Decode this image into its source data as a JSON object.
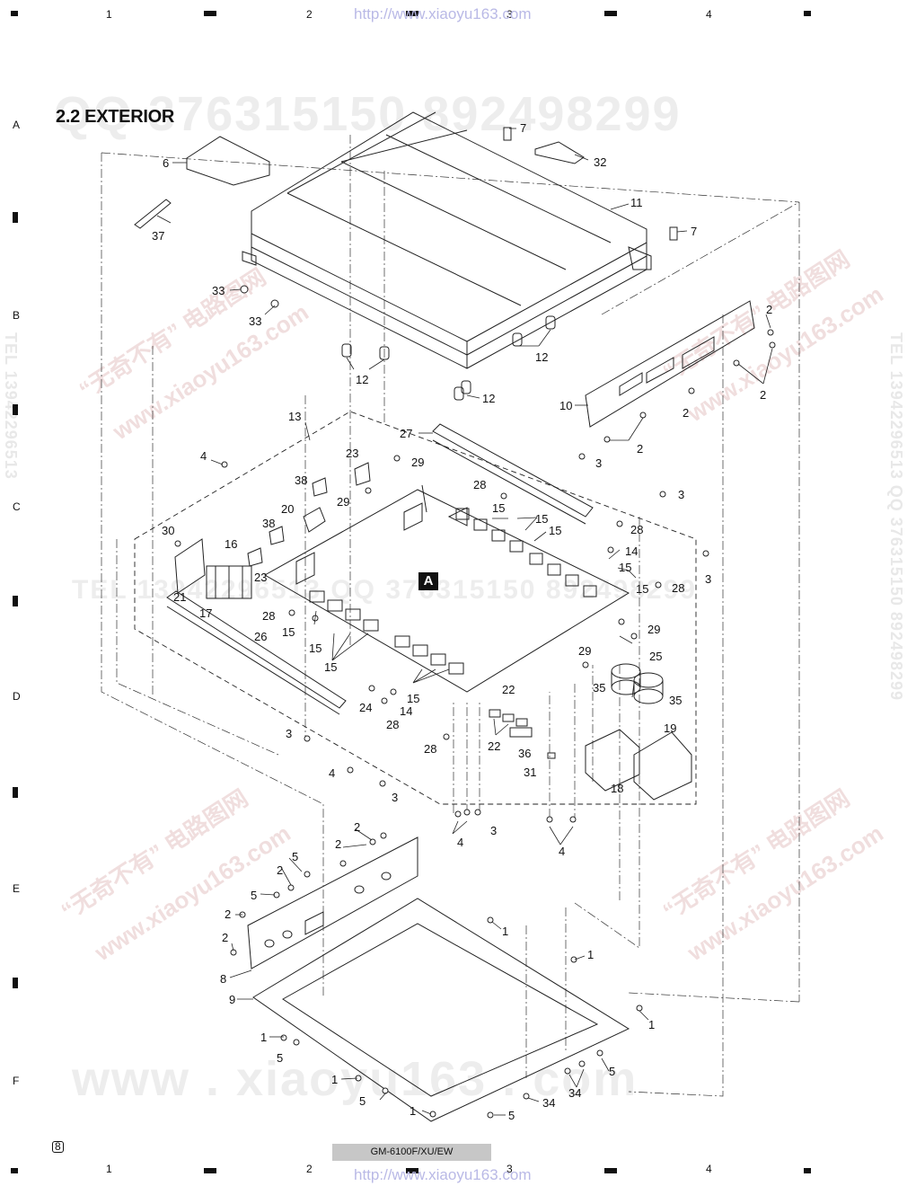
{
  "header": {
    "url": "http://www.xiaoyu163.com",
    "title": "2.2 EXTERIOR",
    "columns": [
      "1",
      "2",
      "3",
      "4"
    ],
    "rows": [
      "A",
      "B",
      "C",
      "D",
      "E",
      "F"
    ]
  },
  "footer": {
    "page": "8",
    "model": "GM-6100F/XU/EW",
    "url": "http://www.xiaoyu163.com"
  },
  "watermarks": {
    "qq": "QQ 376315150  892498299",
    "tel": "TEL 13942296513  QQ 376315150  892498299",
    "cn": "“无奇不有” 电路图网",
    "site": "www.xiaoyu163.com",
    "site_spaced": "www . xiaoyu163 . com",
    "tel_side_right": "TEL 13942296513  QQ 376315150  892498299",
    "tel_side_left": "TEL 13942296513"
  },
  "diagram": {
    "board_marker": "A",
    "callouts": [
      {
        "id": "c1",
        "t": "6"
      },
      {
        "id": "c2",
        "t": "37"
      },
      {
        "id": "c3",
        "t": "7"
      },
      {
        "id": "c4",
        "t": "32"
      },
      {
        "id": "c5",
        "t": "11"
      },
      {
        "id": "c6",
        "t": "7"
      },
      {
        "id": "c7",
        "t": "33"
      },
      {
        "id": "c8",
        "t": "33"
      },
      {
        "id": "c9",
        "t": "2"
      },
      {
        "id": "c10",
        "t": "2"
      },
      {
        "id": "c11",
        "t": "12"
      },
      {
        "id": "c12",
        "t": "12"
      },
      {
        "id": "c13",
        "t": "12"
      },
      {
        "id": "c14",
        "t": "10"
      },
      {
        "id": "c15",
        "t": "2"
      },
      {
        "id": "c16",
        "t": "2"
      },
      {
        "id": "c17",
        "t": "13"
      },
      {
        "id": "c18",
        "t": "27"
      },
      {
        "id": "c19",
        "t": "3"
      },
      {
        "id": "c20",
        "t": "4"
      },
      {
        "id": "c21",
        "t": "23"
      },
      {
        "id": "c22",
        "t": "29"
      },
      {
        "id": "c23",
        "t": "38"
      },
      {
        "id": "c24",
        "t": "29"
      },
      {
        "id": "c25",
        "t": "28"
      },
      {
        "id": "c26",
        "t": "3"
      },
      {
        "id": "c27",
        "t": "20"
      },
      {
        "id": "c28",
        "t": "15"
      },
      {
        "id": "c29",
        "t": "15"
      },
      {
        "id": "c30",
        "t": "15"
      },
      {
        "id": "c31",
        "t": "28"
      },
      {
        "id": "c32",
        "t": "30"
      },
      {
        "id": "c33",
        "t": "38"
      },
      {
        "id": "c34",
        "t": "16"
      },
      {
        "id": "c35",
        "t": "14"
      },
      {
        "id": "c36",
        "t": "3"
      },
      {
        "id": "c37",
        "t": "15"
      },
      {
        "id": "c38",
        "t": "23"
      },
      {
        "id": "c39",
        "t": "28"
      },
      {
        "id": "c40",
        "t": "15"
      },
      {
        "id": "c41",
        "t": "21"
      },
      {
        "id": "c42",
        "t": "17"
      },
      {
        "id": "c43",
        "t": "28"
      },
      {
        "id": "c44",
        "t": "29"
      },
      {
        "id": "c45",
        "t": "15"
      },
      {
        "id": "c46",
        "t": "26"
      },
      {
        "id": "c47",
        "t": "15"
      },
      {
        "id": "c48",
        "t": "29"
      },
      {
        "id": "c49",
        "t": "25"
      },
      {
        "id": "c50",
        "t": "15"
      },
      {
        "id": "c51",
        "t": "35"
      },
      {
        "id": "c52",
        "t": "35"
      },
      {
        "id": "c53",
        "t": "15"
      },
      {
        "id": "c54",
        "t": "22"
      },
      {
        "id": "c55",
        "t": "24"
      },
      {
        "id": "c56",
        "t": "14"
      },
      {
        "id": "c57",
        "t": "28"
      },
      {
        "id": "c58",
        "t": "19"
      },
      {
        "id": "c59",
        "t": "3"
      },
      {
        "id": "c60",
        "t": "28"
      },
      {
        "id": "c61",
        "t": "22"
      },
      {
        "id": "c62",
        "t": "36"
      },
      {
        "id": "c63",
        "t": "4"
      },
      {
        "id": "c64",
        "t": "31"
      },
      {
        "id": "c65",
        "t": "18"
      },
      {
        "id": "c66",
        "t": "3"
      },
      {
        "id": "c67",
        "t": "3"
      },
      {
        "id": "c68",
        "t": "4"
      },
      {
        "id": "c69",
        "t": "4"
      },
      {
        "id": "c70",
        "t": "2"
      },
      {
        "id": "c71",
        "t": "2"
      },
      {
        "id": "c72",
        "t": "5"
      },
      {
        "id": "c73",
        "t": "2"
      },
      {
        "id": "c74",
        "t": "5"
      },
      {
        "id": "c75",
        "t": "2"
      },
      {
        "id": "c76",
        "t": "1"
      },
      {
        "id": "c77",
        "t": "2"
      },
      {
        "id": "c78",
        "t": "1"
      },
      {
        "id": "c79",
        "t": "8"
      },
      {
        "id": "c80",
        "t": "9"
      },
      {
        "id": "c81",
        "t": "1"
      },
      {
        "id": "c82",
        "t": "1"
      },
      {
        "id": "c83",
        "t": "5"
      },
      {
        "id": "c84",
        "t": "5"
      },
      {
        "id": "c85",
        "t": "1"
      },
      {
        "id": "c86",
        "t": "34"
      },
      {
        "id": "c87",
        "t": "5"
      },
      {
        "id": "c88",
        "t": "34"
      },
      {
        "id": "c89",
        "t": "1"
      },
      {
        "id": "c90",
        "t": "5"
      }
    ]
  }
}
